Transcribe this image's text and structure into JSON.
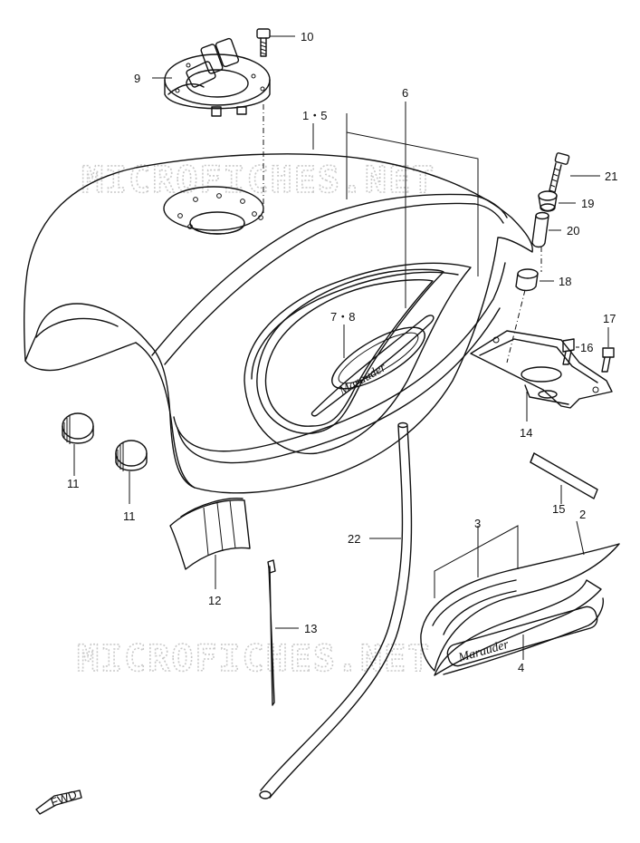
{
  "watermark": "MICROFICHES.NET",
  "emblem_text": "Marauder",
  "fwd_label": "FWD",
  "callouts": [
    {
      "id": "c10",
      "label": "10"
    },
    {
      "id": "c9",
      "label": "9"
    },
    {
      "id": "c1-5",
      "label": "1・5"
    },
    {
      "id": "c6",
      "label": "6"
    },
    {
      "id": "c21",
      "label": "21"
    },
    {
      "id": "c19",
      "label": "19"
    },
    {
      "id": "c20",
      "label": "20"
    },
    {
      "id": "c18",
      "label": "18"
    },
    {
      "id": "c7-8",
      "label": "7・8"
    },
    {
      "id": "c17",
      "label": "17"
    },
    {
      "id": "c16",
      "label": "16"
    },
    {
      "id": "c14",
      "label": "14"
    },
    {
      "id": "c11a",
      "label": "11"
    },
    {
      "id": "c11b",
      "label": "11"
    },
    {
      "id": "c15",
      "label": "15"
    },
    {
      "id": "c2",
      "label": "2"
    },
    {
      "id": "c3",
      "label": "3"
    },
    {
      "id": "c22",
      "label": "22"
    },
    {
      "id": "c12",
      "label": "12"
    },
    {
      "id": "c13",
      "label": "13"
    },
    {
      "id": "c4",
      "label": "4"
    }
  ]
}
